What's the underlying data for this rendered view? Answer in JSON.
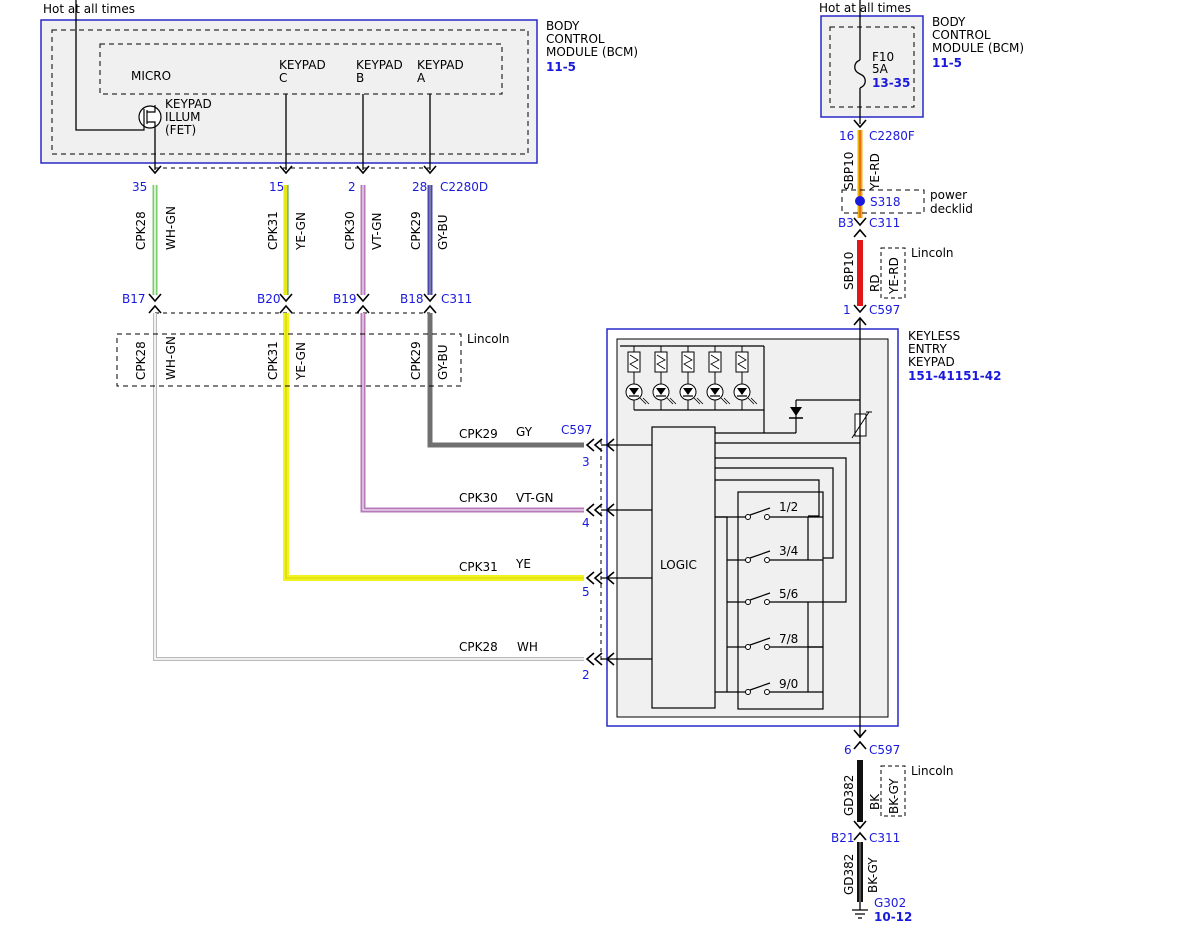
{
  "texts": {
    "hot_left": "Hot at all times",
    "hot_right": "Hot at all times",
    "bcm_left_1": "BODY",
    "bcm_left_2": "CONTROL",
    "bcm_left_3": "MODULE (BCM)",
    "bcm_left_ref": "11-5",
    "bcm_right_1": "BODY",
    "bcm_right_2": "CONTROL",
    "bcm_right_3": "MODULE (BCM)",
    "bcm_right_ref": "11-5",
    "micro": "MICRO",
    "keypad_c_1": "KEYPAD",
    "keypad_c_2": "C",
    "keypad_b_1": "KEYPAD",
    "keypad_b_2": "B",
    "keypad_a_1": "KEYPAD",
    "keypad_a_2": "A",
    "fet_1": "KEYPAD",
    "fet_2": "ILLUM",
    "fet_3": "(FET)",
    "fuse_1": "F10",
    "fuse_2": "5A",
    "fuse_ref": "13-35",
    "pin_35": "35",
    "pin_15": "15",
    "pin_2": "2",
    "pin_28": "28",
    "conn_c2280d": "C2280D",
    "wire_cpk28": "CPK28",
    "wire_cpk31": "CPK31",
    "wire_cpk30": "CPK30",
    "wire_cpk29": "CPK29",
    "color_whgn": "WH-GN",
    "color_yegn": "YE-GN",
    "color_vtgn": "VT-GN",
    "color_gybu": "GY-BU",
    "pin_b17": "B17",
    "pin_b20": "B20",
    "pin_b19": "B19",
    "pin_b18": "B18",
    "conn_c311_left": "C311",
    "lincoln_1": "Lincoln",
    "lincoln_2": "Lincoln",
    "lincoln_3": "Lincoln",
    "pin_16": "16",
    "conn_c2280f": "C2280F",
    "wire_sbp10_a": "SBP10",
    "color_yerd_a": "YE-RD",
    "splice_s318": "S318",
    "power_decklid_1": "power",
    "power_decklid_2": "decklid",
    "pin_b3": "B3",
    "conn_c311_b": "C311",
    "wire_sbp10_b": "SBP10",
    "color_rd": "RD",
    "color_yerd_b": "YE-RD",
    "pin_1": "1",
    "conn_c597_a": "C597",
    "kek_1": "KEYLESS",
    "kek_2": "ENTRY",
    "kek_3": "KEYPAD",
    "kek_ref": "151-41151-42",
    "logic": "LOGIC",
    "sw_12": "1/2",
    "sw_34": "3/4",
    "sw_56": "5/6",
    "sw_78": "7/8",
    "sw_90": "9/0",
    "h_cpk29": "CPK29",
    "h_gy": "GY",
    "conn_c597_b": "C597",
    "pin_3": "3",
    "h_cpk30": "CPK30",
    "h_vtgn": "VT-GN",
    "pin_4": "4",
    "h_cpk31": "CPK31",
    "h_ye": "YE",
    "pin_5": "5",
    "h_cpk28": "CPK28",
    "h_wh": "WH",
    "pin_2b": "2",
    "pin_6": "6",
    "conn_c597_c": "C597",
    "wire_gd382_a": "GD382",
    "color_bk": "BK",
    "color_bkgy_a": "BK-GY",
    "pin_b21": "B21",
    "conn_c311_c": "C311",
    "wire_gd382_b": "GD382",
    "color_bkgy_b": "BK-GY",
    "ground_g302": "G302",
    "ground_ref": "10-12"
  },
  "colors": {
    "module_border": "#2828c8",
    "module_fill": "#f0f0f0",
    "wire_whgn": "#7ccd6c",
    "wire_yegn": "#e6e61a",
    "wire_vtgn": "#b87ab8",
    "wire_gybu": "#4848b0",
    "wire_gy": "#707070",
    "wire_ye": "#f2f21e",
    "wire_wh": "#cccccc",
    "wire_yerd": "#f0b000",
    "wire_rd": "#e01818",
    "wire_bk": "#111111",
    "label_blue": "#1a1adc"
  }
}
